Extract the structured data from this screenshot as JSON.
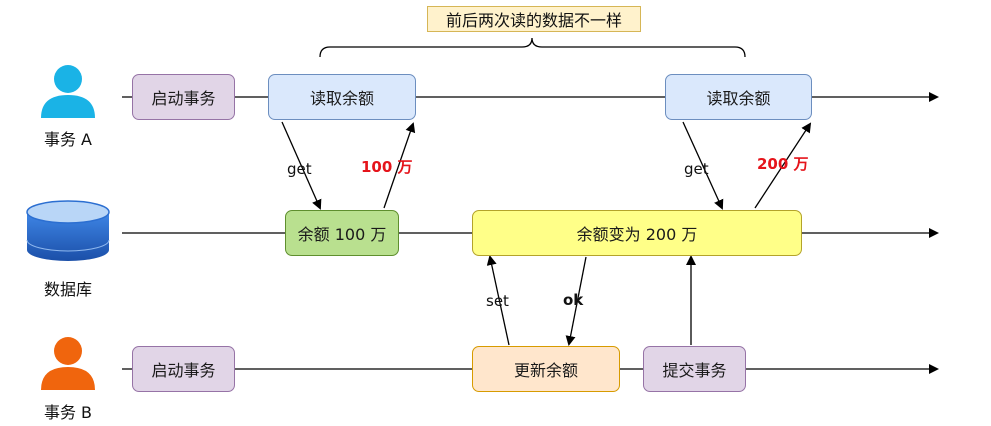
{
  "title": "前后两次读的数据不一样",
  "actors": {
    "a": "事务 A",
    "db": "数据库",
    "b": "事务 B"
  },
  "boxes": {
    "a_start": "启动事务",
    "a_read1": "读取余额",
    "a_read2": "读取余额",
    "db_balance1": "余额 100 万",
    "db_balance2": "余额变为 200 万",
    "b_start": "启动事务",
    "b_update": "更新余额",
    "b_commit": "提交事务"
  },
  "arrow_labels": {
    "get1": "get",
    "ret1": "100 万",
    "get2": "get",
    "ret2": "200 万",
    "set": "set",
    "ok": "ok"
  },
  "colors": {
    "actor_a": "#1ab3e6",
    "actor_b": "#f0650d",
    "database_blue": "#2c6fd1",
    "return_value": "#e5141b"
  }
}
